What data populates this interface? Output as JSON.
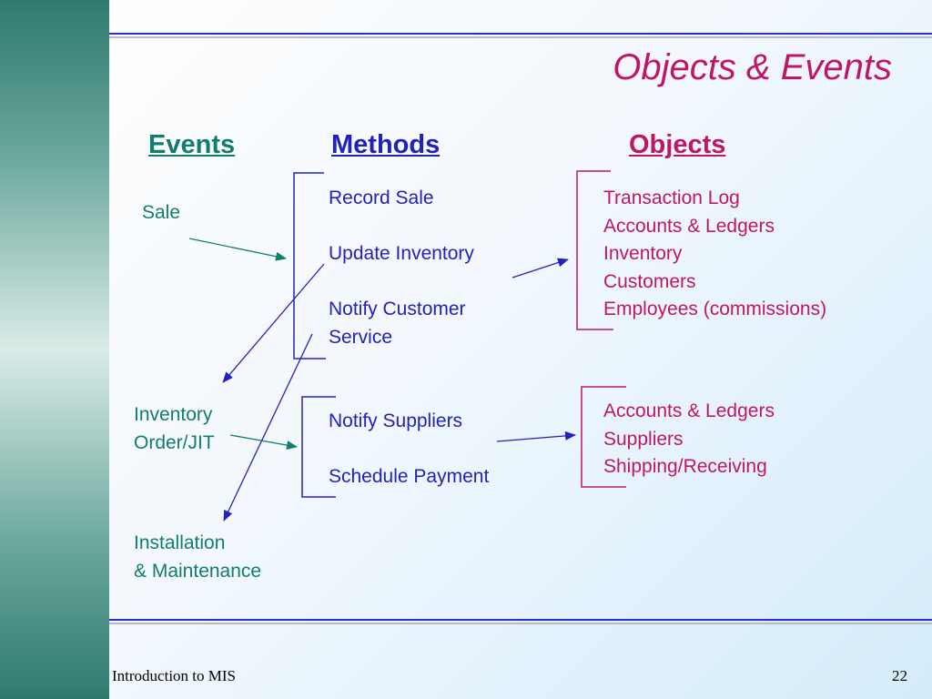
{
  "slide": {
    "title": "Objects & Events",
    "footer_left": "Introduction to MIS",
    "page_number": "22"
  },
  "headers": {
    "events": "Events",
    "methods": "Methods",
    "objects": "Objects"
  },
  "events": [
    "Sale",
    "Inventory",
    "Order/JIT",
    "Installation",
    "& Maintenance"
  ],
  "methods": {
    "group1": [
      "Record Sale",
      "",
      "Update Inventory",
      "",
      "Notify Customer",
      "Service"
    ],
    "group2": [
      "Notify Suppliers",
      "",
      "Schedule Payment"
    ]
  },
  "objects": {
    "group1": [
      "Transaction Log",
      "Accounts & Ledgers",
      "Inventory",
      "Customers",
      "Employees (commissions)"
    ],
    "group2": [
      "Accounts & Ledgers",
      "Suppliers",
      "Shipping/Receiving"
    ]
  },
  "colors": {
    "events": "#117d6e",
    "methods": "#2222bb",
    "objects": "#c0166a",
    "title": "#c0166a",
    "rule": "#2a2fcf"
  }
}
